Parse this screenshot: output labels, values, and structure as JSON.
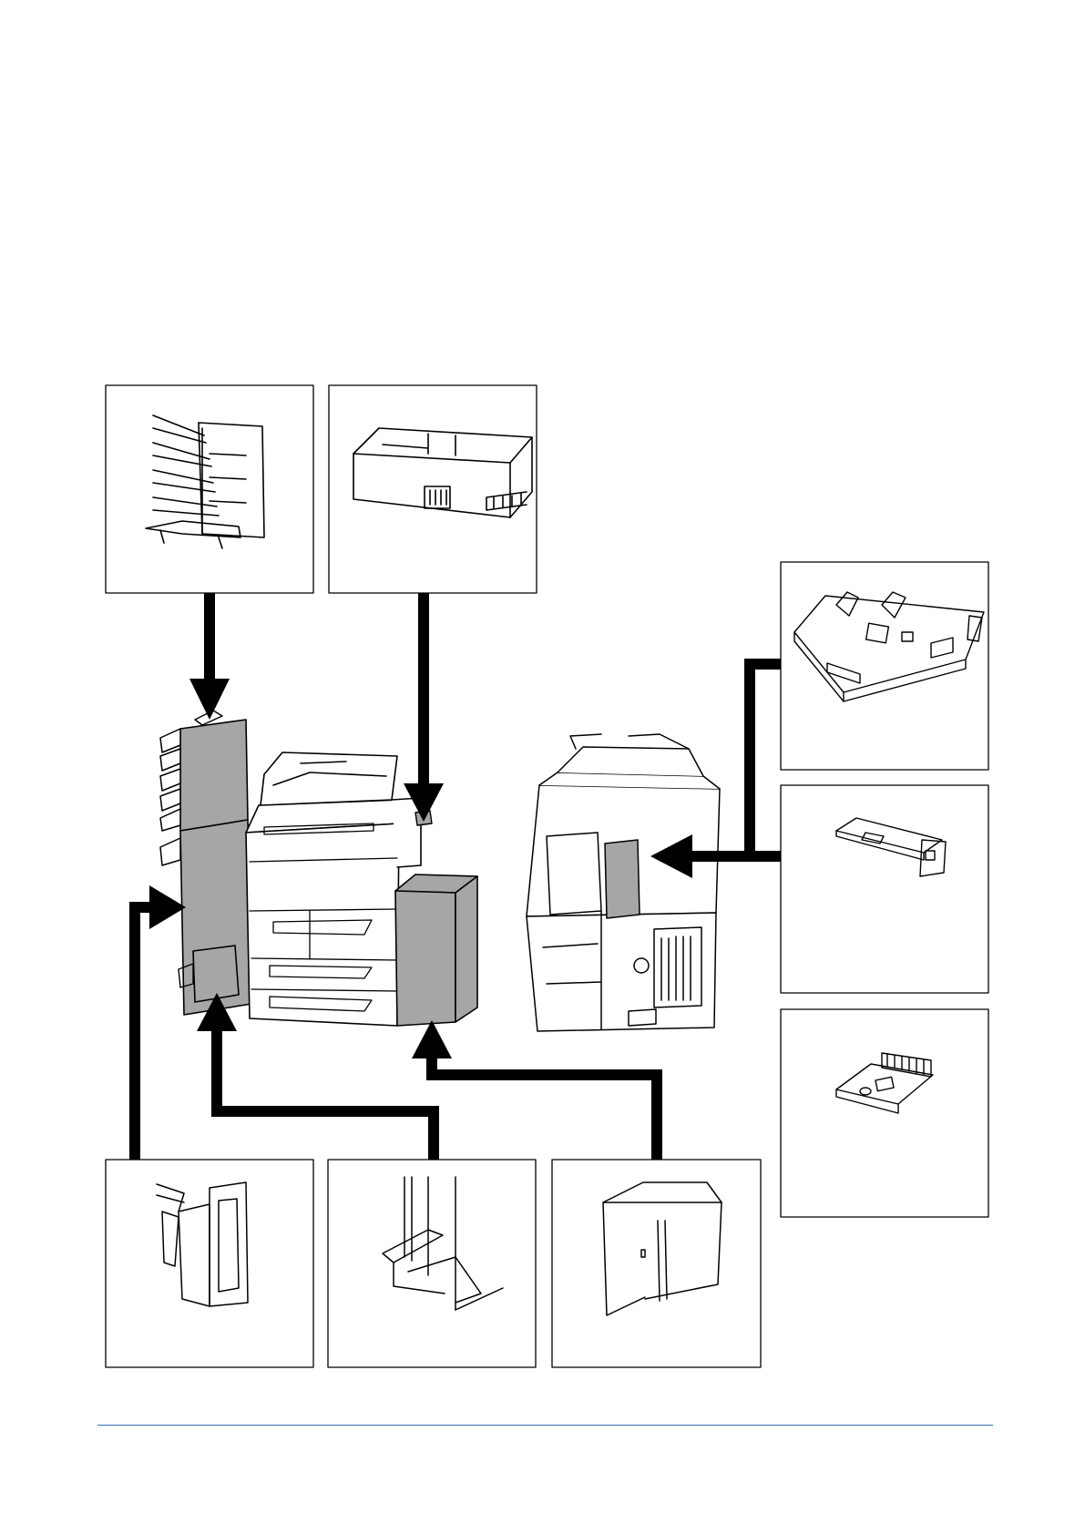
{
  "page": {
    "footer_rule_color": "#2f6fb3"
  },
  "diagram": {
    "main_unit": {
      "icon": "copier-with-finisher-and-side-feeder-icon"
    },
    "rear_unit": {
      "icon": "copier-rear-view-icon"
    },
    "option_panels": [
      {
        "id": "mailbox",
        "icon": "multi-tray-mailbox-icon"
      },
      {
        "id": "punch-unit",
        "icon": "punch-unit-box-icon"
      },
      {
        "id": "printer-board",
        "icon": "printer-controller-board-icon"
      },
      {
        "id": "network-card",
        "icon": "network-interface-card-icon"
      },
      {
        "id": "security-chip",
        "icon": "data-security-chip-icon"
      },
      {
        "id": "document-finisher",
        "icon": "document-finisher-icon"
      },
      {
        "id": "center-fold-unit",
        "icon": "center-fold-unit-icon"
      },
      {
        "id": "side-feeder",
        "icon": "side-paper-feeder-icon"
      }
    ]
  }
}
